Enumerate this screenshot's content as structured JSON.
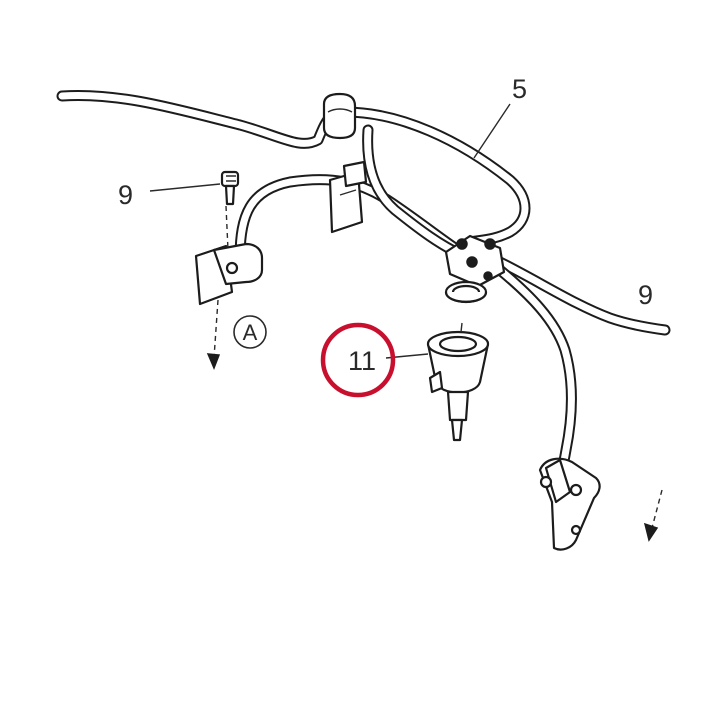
{
  "callouts": {
    "hose_assembly": "5",
    "screw_left": "9",
    "screw_right": "9",
    "part_highlighted": "11",
    "view_reference": "A"
  },
  "colors": {
    "line": "#1c1c1c",
    "highlight_ring": "#c8102e",
    "background": "#ffffff"
  }
}
